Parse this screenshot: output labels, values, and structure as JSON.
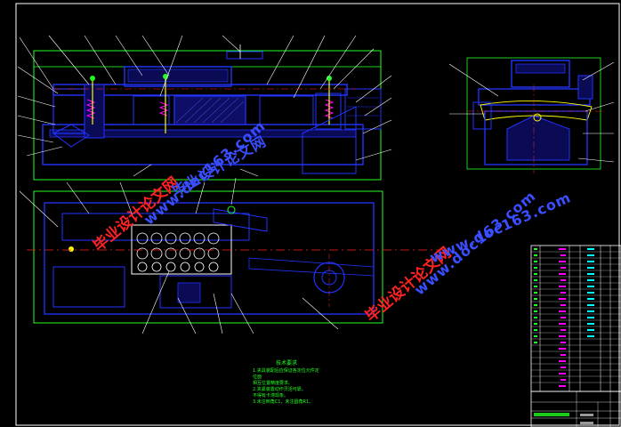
{
  "drawing": {
    "background": "#000000",
    "colors": {
      "outline": "#22ff22",
      "part": "#2233ff",
      "centerline": "#ff2222",
      "leader": "#ffffff",
      "accent": "#ff00ff",
      "highlight": "#ffff00",
      "cyan": "#00ffff"
    }
  },
  "watermarks": [
    {
      "text": "毕业设计论文网",
      "style": "red"
    },
    {
      "text": "www.doc163.com",
      "style": "blue"
    },
    {
      "text": "毕业设计论文网",
      "style": "red"
    },
    {
      "text": "www.doc163.com",
      "style": "blue"
    },
    {
      "text": "www.doc163.com",
      "style": "blue"
    },
    {
      "text": "毕业设计论文网",
      "style": "red"
    }
  ],
  "tech_notes": {
    "title": "技术要求",
    "lines": [
      "1.夹具装配后应保证各定位元件定位面",
      "  相互位置精度要求。",
      "2.夹紧装置动作灵活可靠，",
      "  不得有卡滞现象。",
      "3.未注倒角C1，未注圆角R1。"
    ]
  }
}
